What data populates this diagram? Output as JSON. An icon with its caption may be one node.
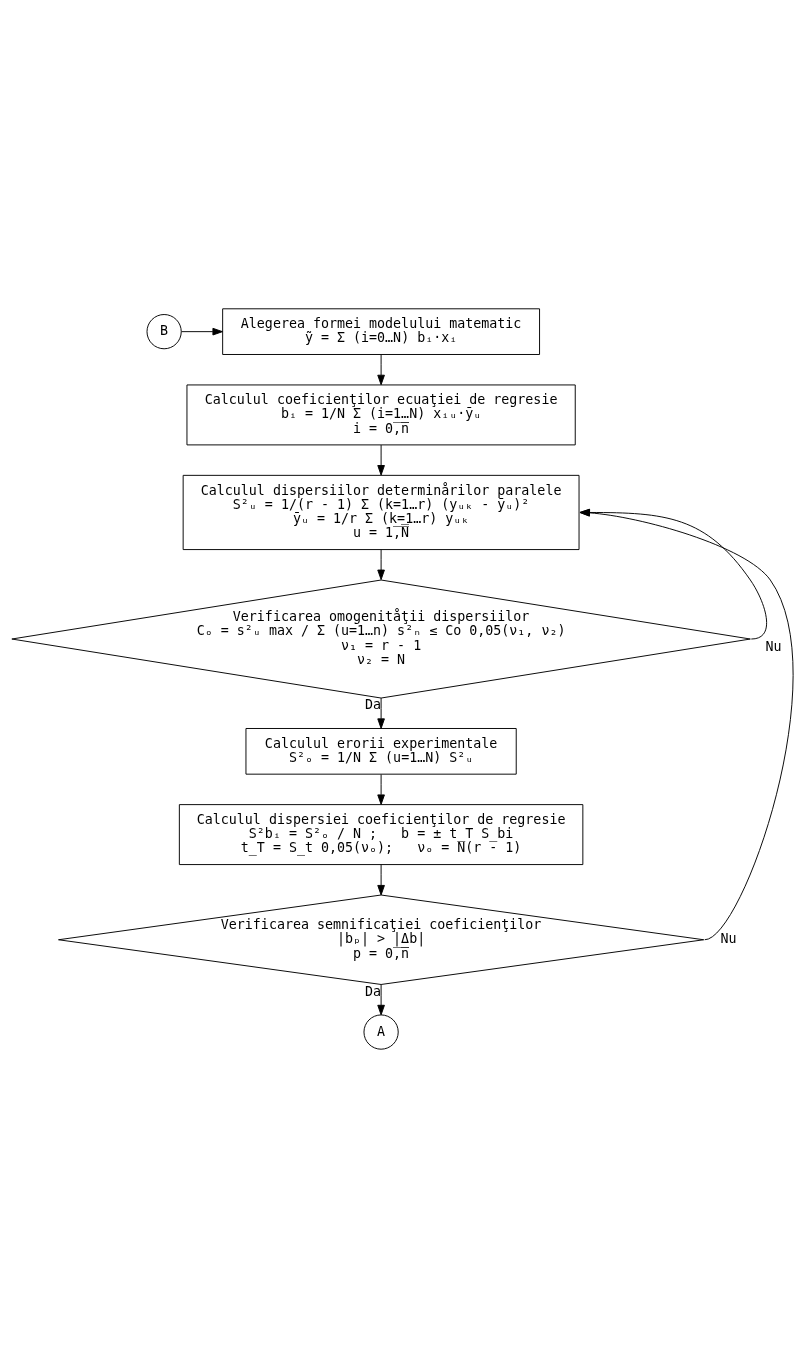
{
  "diagram": {
    "nodes": [
      {
        "text": [
          "Alegerea formei modelului matematic",
          "ỹ = Σ (i=0…N) bᵢ·xᵢ"
        ]
      },
      {
        "text": [
          "Calculul coeficienţilor ecuaţiei de regresie",
          "bᵢ = 1/N Σ (i=1…N) xᵢᵤ·ȳᵤ",
          "i = 0̅,̅n̅"
        ]
      },
      {
        "text": [
          "Calculul dispersiilor determinårilor paralele",
          "S²ᵤ = 1/(r - 1) Σ (k=1…r) (yᵤₖ - ȳᵤ)²",
          "ȳᵤ = 1/r Σ (k=1…r) yᵤₖ",
          "u = 1̅,̅N̅"
        ]
      },
      {
        "text": [
          "Verificarea omogenitåţii dispersiilor",
          "Cₒ = s²ᵤ max / Σ (u=1…n) s²ₙ ≤ Co 0,05(ν₁, ν₂)",
          "ν₁ = r - 1",
          "ν₂ = N"
        ]
      },
      {
        "text": [
          "Calculul erorii experimentale",
          "S²ₒ = 1/N Σ (u=1…N) S²ᵤ"
        ]
      },
      {
        "text": [
          "Calculul dispersiei coeficienţilor de regresie",
          "S²bᵢ = S²ₒ / N ;   b = ± t_T S_bi",
          "t_T = S_t 0,05(νₒ);   νₒ = N(r - 1)"
        ]
      },
      {
        "text": [
          "Verificarea semnificaţiei coeficienţilor",
          "|bₚ| > |Δb|",
          "p = 0̅,̅n̅"
        ]
      },
      {
        "text": [
          "A"
        ]
      },
      {
        "text": [
          "B"
        ]
      }
    ],
    "edges": [
      {
        "from": 8,
        "to": 0,
        "arrow": "to"
      },
      {
        "from": 0,
        "to": 1,
        "arrow": "to"
      },
      {
        "from": 1,
        "to": 2,
        "arrow": "to"
      },
      {
        "from": 2,
        "to": 3,
        "arrow": "to"
      },
      {
        "from": 3,
        "to": 2,
        "arrow": "to",
        "label": "Nu"
      },
      {
        "from": 3,
        "to": 4,
        "arrow": "to",
        "label": "Da"
      },
      {
        "from": 4,
        "to": 5,
        "arrow": "to"
      },
      {
        "from": 5,
        "to": 6,
        "arrow": "to"
      },
      {
        "from": 6,
        "to": 2,
        "arrow": "to",
        "label": "Nu"
      },
      {
        "from": 6,
        "to": 7,
        "arrow": "to",
        "label": "Da"
      }
    ]
  }
}
